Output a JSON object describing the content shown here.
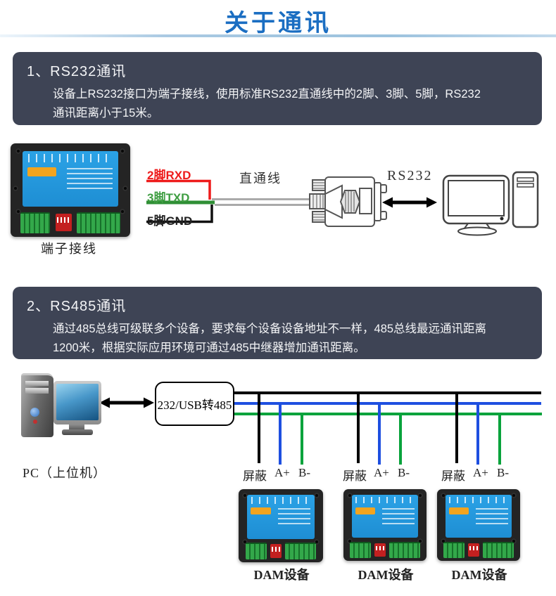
{
  "header": {
    "title": "关于通讯",
    "title_color": "#1b6ec2",
    "underline_color": "#a9c9e2"
  },
  "panel_bg_color": "#3e4455",
  "rs232": {
    "heading": "1、RS232通讯",
    "body": "设备上RS232接口为端子接线，使用标准RS232直通线中的2脚、3脚、5脚，RS232\n通讯距离小于15米。",
    "diagram": {
      "device_caption": "端子接线",
      "pin_labels": [
        {
          "text": "2脚RXD",
          "color": "#ee1b1b"
        },
        {
          "text": "3脚TXD",
          "color": "#3f9e42"
        },
        {
          "text": "5脚GND",
          "color": "#222222"
        }
      ],
      "cable_label": "直通线",
      "link_label": "RS232"
    }
  },
  "rs485": {
    "heading": "2、RS485通讯",
    "body": "通过485总线可级联多个设备，要求每个设备设备地址不一样，485总线最远通讯距离\n1200米，根据实际应用环境可通过485中继器增加通讯距离。",
    "diagram": {
      "pc_label": "PC（上位机）",
      "converter_label": "232/USB转485",
      "bus_colors": {
        "shield": "#000000",
        "a_plus": "#1e4fe0",
        "b_minus": "#09a33c"
      },
      "groups": [
        {
          "shield": "屏蔽",
          "a_plus": "A+",
          "b_minus": "B-"
        },
        {
          "shield": "屏蔽",
          "a_plus": "A+",
          "b_minus": "B-"
        },
        {
          "shield": "屏蔽",
          "a_plus": "A+",
          "b_minus": "B-"
        }
      ],
      "device_captions": [
        "DAM设备",
        "DAM设备",
        "DAM设备"
      ]
    }
  }
}
